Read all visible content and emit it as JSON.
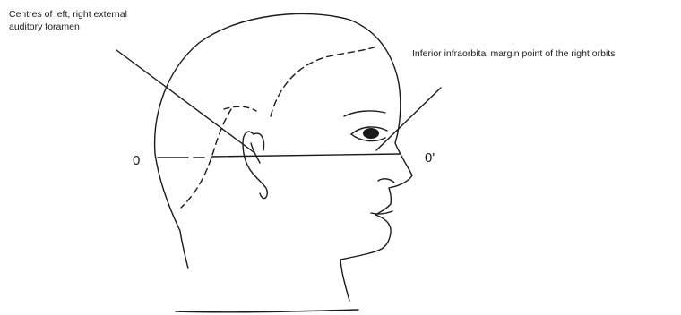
{
  "labels": {
    "ear_line1": "Centres of left, right external",
    "ear_line2": "auditory foramen",
    "orbit": "Inferior infraorbital margin point of the right orbits",
    "o_left": "0",
    "o_right": "0'"
  },
  "colors": {
    "stroke": "#1a1a1a",
    "background": "#ffffff"
  }
}
